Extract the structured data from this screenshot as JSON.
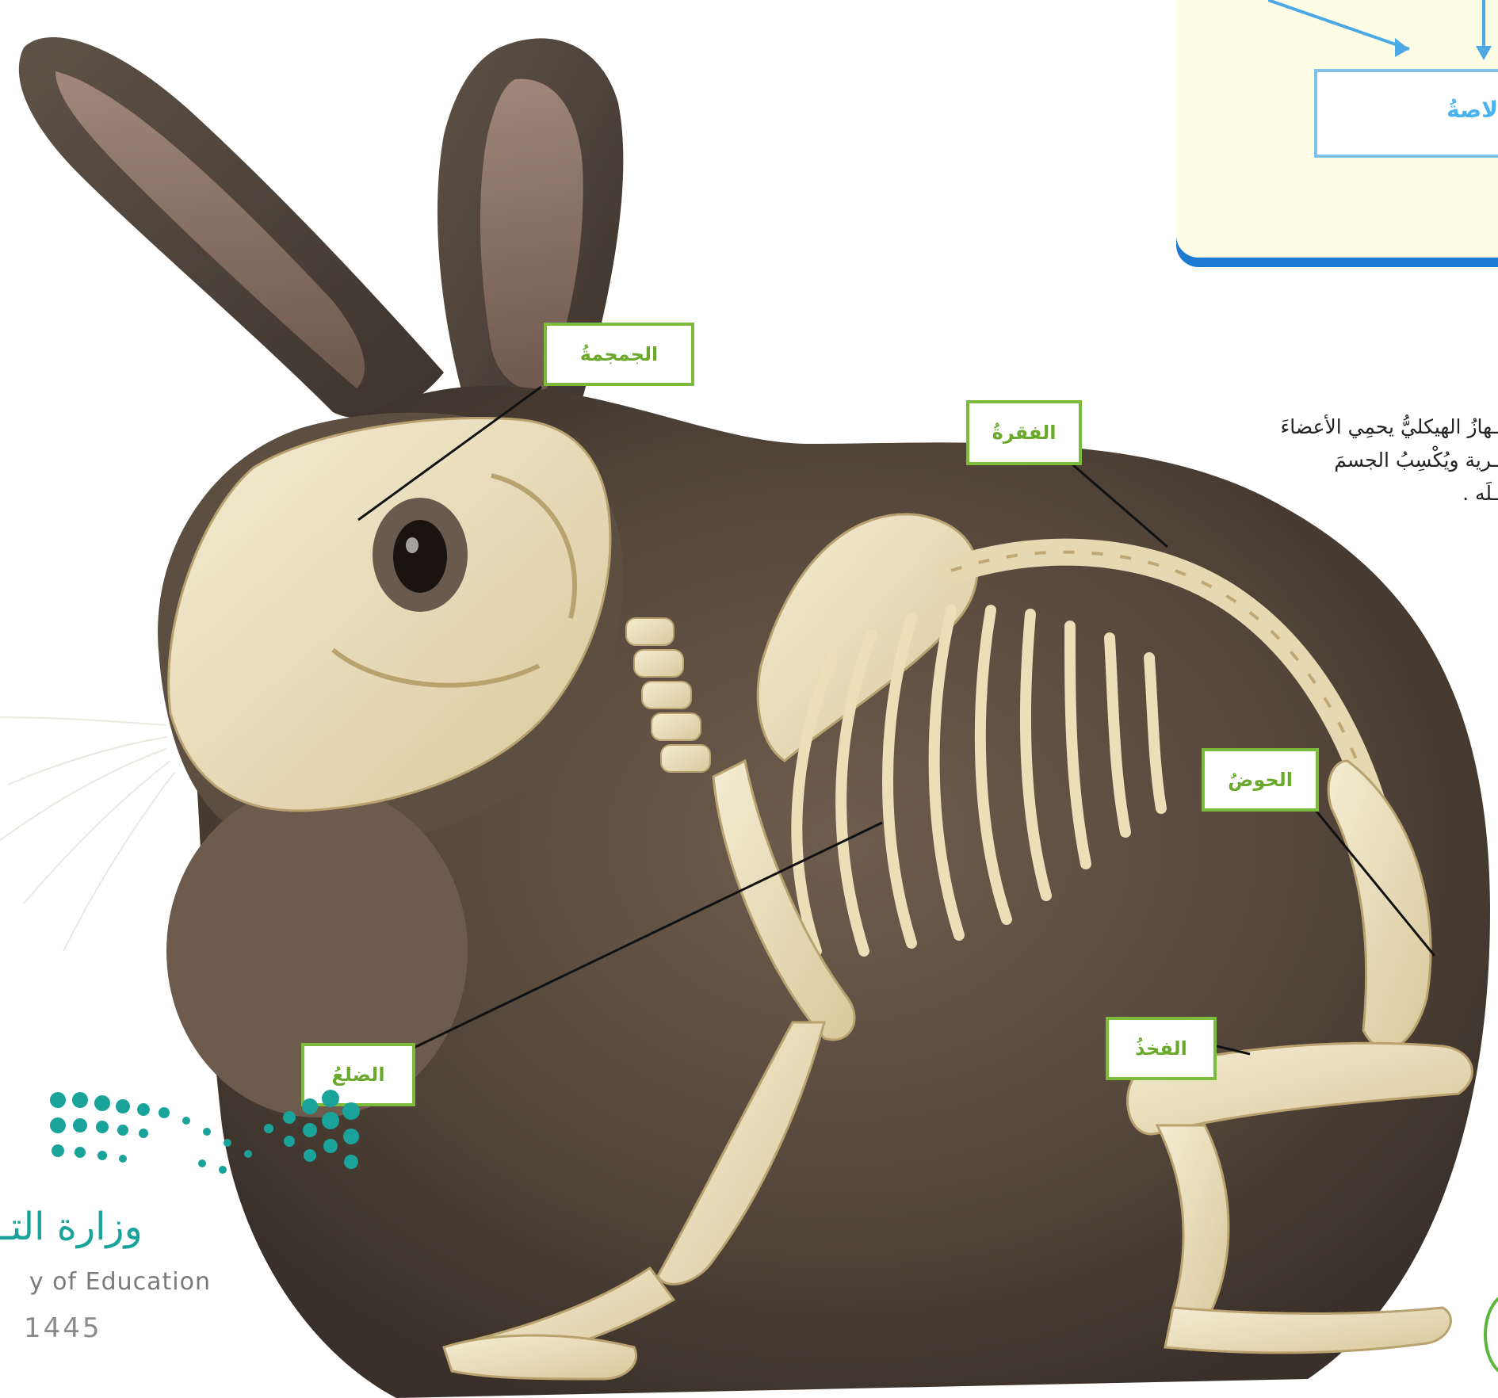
{
  "labels": {
    "skull": "الجمجمةُ",
    "vertebra": "الفقرةُ",
    "pelvis": "الحوضُ",
    "femur": "الفخذُ",
    "rib": "الضلعُ"
  },
  "top_panel": {
    "box_text": "لاصةُ"
  },
  "caption": {
    "line1": "ـهازُ الهيكليُّ يحمِي الأعضاءَ",
    "line2": "ـرية ويُكْسِبُ الجسمَ",
    "line3": "ـلَه ."
  },
  "ministry": {
    "arabic": "وزارة التـ",
    "english": "y of Education",
    "year": "1445"
  },
  "colors": {
    "label_border": "#7dbb3c",
    "label_text": "#6aa92c",
    "panel_blue": "#1a7bd0",
    "logo_teal": "#1aa39a"
  }
}
